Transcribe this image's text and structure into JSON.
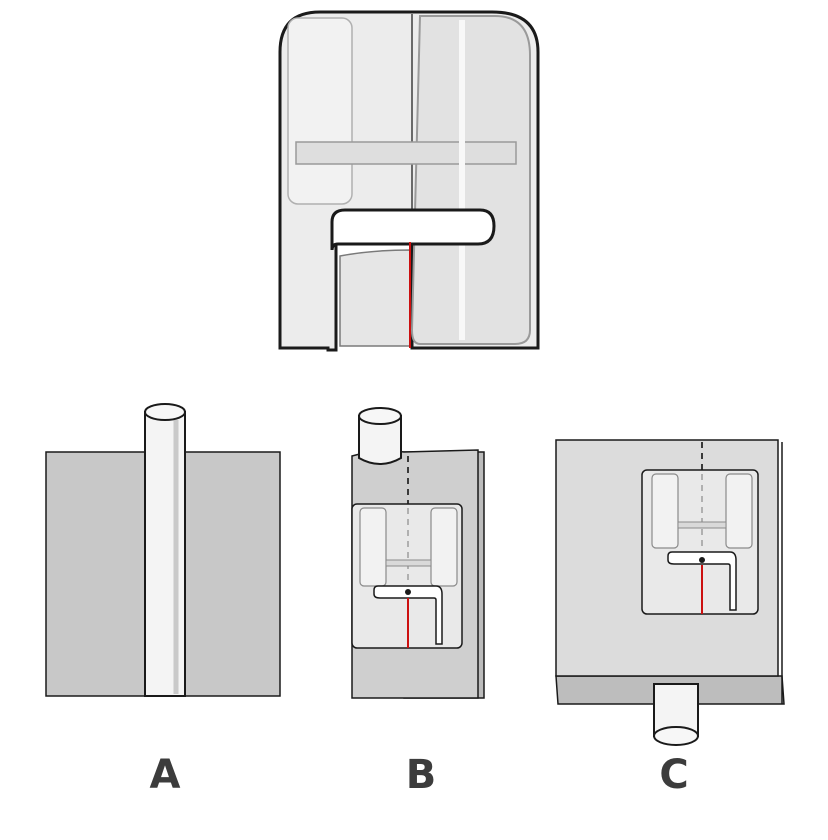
{
  "labels": {
    "a": "A",
    "b": "B",
    "c": "C"
  },
  "colors": {
    "outline": "#1a1a1a",
    "foot_fill": "#e9e9e9",
    "foot_light": "#f4f4f4",
    "fabric": "#c8c8c8",
    "fabric_top": "#dcdcdc",
    "cord": "#f4f4f4",
    "needle_line": "#cc1010",
    "seam_dash": "#3a3a3a"
  }
}
